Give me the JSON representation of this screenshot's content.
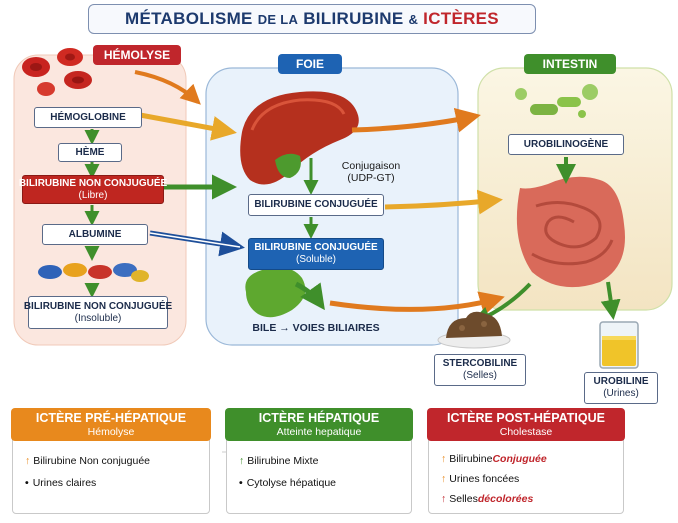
{
  "title": {
    "part1": "MÉTABOLISME",
    "sep": "DE LA",
    "part2": "BILIRUBINE",
    "amp": "&",
    "part3": "ICTÈRES"
  },
  "sections": {
    "hemolyse": "HÉMOLYSE",
    "foie": "FOIE",
    "intestin": "INTESTIN"
  },
  "hemolyse": {
    "hemoglobine": "HÉMOGLOBINE",
    "heme": "HÈME",
    "bnc_label": "BILIRUBINE NON CONJUGUÉE",
    "bnc_sub": "(Libre)",
    "albumine": "ALBUMINE",
    "bnc2_label": "BILIRUBINE NON CONJUGUÉE",
    "bnc2_sub": "(Insoluble)"
  },
  "foie": {
    "conjugaison": "Conjugaison",
    "udpgt": "(UDP-GT)",
    "bc1": "BILIRUBINE CONJUGUÉE",
    "bc2_label": "BILIRUBINE CONJUGUÉE",
    "bc2_sub": "(Soluble)",
    "bile": "BILE → VOIES BILIAIRES"
  },
  "intestin": {
    "urobilinogene": "UROBILINOGÈNE",
    "stercobiline": "STERCOBILINE",
    "stercobiline_sub": "(Selles)",
    "urobiline": "UROBILINE",
    "urobiline_sub": "(Urines)"
  },
  "icteres": [
    {
      "title": "ICTÈRE PRÉ-HÉPATIQUE",
      "subtitle": "Hémolyse",
      "items": [
        {
          "prefix": "↑",
          "text": "Bilirubine Non conjuguée",
          "emph": ""
        },
        {
          "prefix": "•",
          "text": "Urines claires",
          "emph": ""
        }
      ]
    },
    {
      "title": "ICTÈRE HÉPATIQUE",
      "subtitle": "Atteinte hepatique",
      "items": [
        {
          "prefix": "↑",
          "text": "Bilirubine Mixte",
          "emph": ""
        },
        {
          "prefix": "•",
          "text": "Cytolyse hépatique",
          "emph": ""
        }
      ]
    },
    {
      "title": "ICTÈRE POST-HÉPATIQUE",
      "subtitle": "Cholestase",
      "items": [
        {
          "prefix": "↑",
          "text": "Bilirubine ",
          "emph": "Conjuguée"
        },
        {
          "prefix": "↑",
          "text": "Urines foncées",
          "emph": ""
        },
        {
          "prefix": "↑",
          "text": "Selles ",
          "emph": "décolorées"
        }
      ]
    }
  ],
  "colors": {
    "orange": "#e8891d",
    "green": "#3f8f2b",
    "red": "#c0262c",
    "blue": "#1e63b3",
    "navy": "#1d3a6e"
  }
}
